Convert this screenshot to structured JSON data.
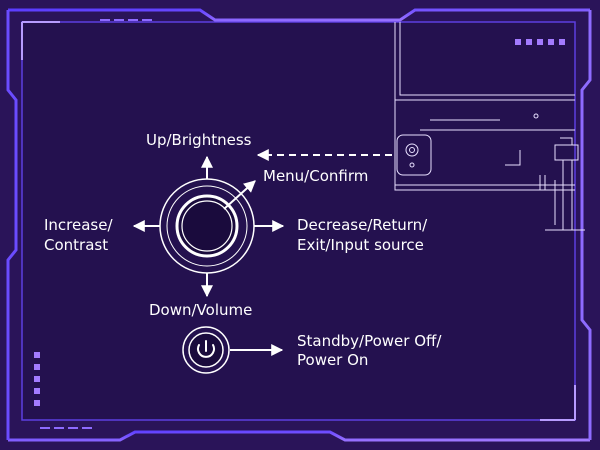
{
  "labels": {
    "up": "Up/Brightness",
    "menu": "Menu/Confirm",
    "increase_1": "Increase/",
    "increase_2": "Contrast",
    "decrease_1": "Decrease/Return/",
    "decrease_2": "Exit/Input source",
    "down": "Down/Volume",
    "power_1": "Standby/Power Off/",
    "power_2": "Power On"
  },
  "icons": {
    "joystick": "five-way-joystick-icon",
    "power": "power-icon",
    "monitor": "monitor-rear-diagram"
  },
  "colors": {
    "background": "#2a1459",
    "frame_bright": "#7a5cff",
    "frame_soft": "#b79cff",
    "panel": "#1f0f4d",
    "text": "#ffffff"
  }
}
